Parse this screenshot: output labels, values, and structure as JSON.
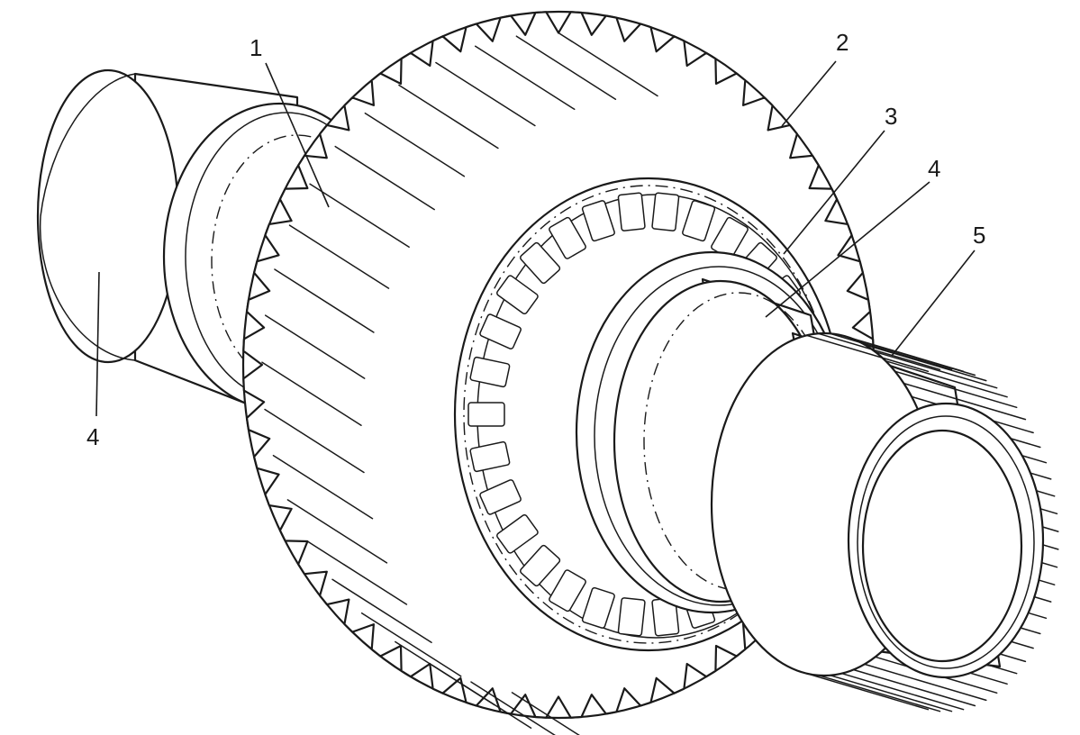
{
  "labels": {
    "l1": "1",
    "l2": "2",
    "l3": "3",
    "l4_top": "4",
    "l5": "5",
    "l4_left": "4"
  },
  "colors": {
    "ink": "#1a1a1a",
    "paper": "#ffffff"
  }
}
